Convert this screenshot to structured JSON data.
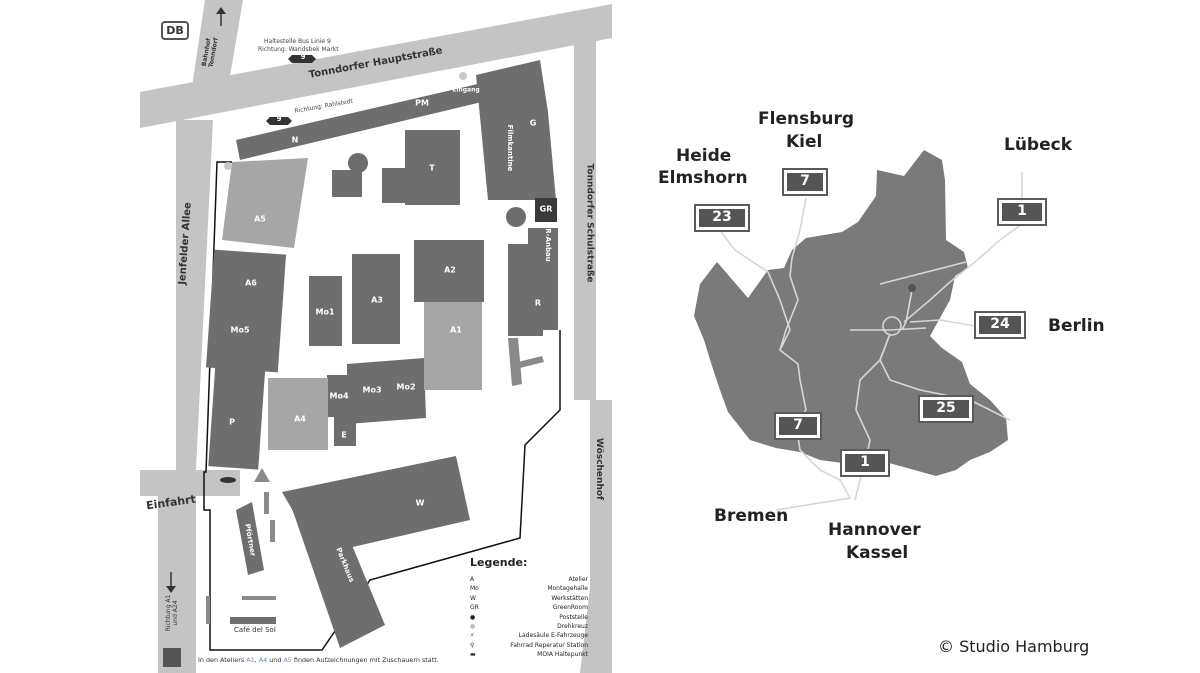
{
  "campus_map": {
    "brand_logo": "DB",
    "bus_stop": {
      "line1": "Haltestelle Bus Linie 9",
      "line2": "Richtung: Wandsbek Markt",
      "badge": "9"
    },
    "bus_stop2": {
      "badge": "9",
      "label": "Richtung: Rahlstedt"
    },
    "streets": {
      "tonndorfer": "Tonndorfer Hauptstraße",
      "jenfelder": "Jenfelder Allee",
      "schulstr": "Tonndorfer Schulstraße",
      "woeschenhof": "Wöschenhof",
      "bahnhof": "Bahnhof Tonndorf",
      "einfahrt": "Einfahrt",
      "richtung": "Richtung A1 und A24"
    },
    "buildings": {
      "N": "N",
      "PM": "PM",
      "eingang": "Eingang",
      "G": "G",
      "filmkantine": "Filmkantine",
      "T": "T",
      "GR": "GR",
      "A5": "A5",
      "ranbau": "R-Anbau",
      "A6": "A6",
      "Mo5": "Mo5",
      "Mo1": "Mo1",
      "A3": "A3",
      "A2": "A2",
      "R": "R",
      "A1": "A1",
      "P": "P",
      "Mo4": "Mo4",
      "Mo3": "Mo3",
      "Mo2": "Mo2",
      "A4": "A4",
      "E": "E",
      "W": "W",
      "parkhaus": "Parkhaus",
      "pfoertner": "Pförtner",
      "cafe": "Café del Sol"
    },
    "legend": {
      "title": "Legende:",
      "items": [
        {
          "abbr": "A",
          "name": "Atelier"
        },
        {
          "abbr": "Mo",
          "name": "Montagehalle"
        },
        {
          "abbr": "W",
          "name": "Werkstätten"
        },
        {
          "abbr": "GR",
          "name": "GreenRoom"
        },
        {
          "abbr": "",
          "name": "Poststelle"
        },
        {
          "abbr": "",
          "name": "Drehkreuz"
        },
        {
          "abbr": "",
          "name": "Ladesäule E-Fahrzeuge"
        },
        {
          "abbr": "",
          "name": "Fahrrad Reperatur Station"
        },
        {
          "abbr": "",
          "name": "MOIA Haltepunkt"
        }
      ]
    },
    "footnote": {
      "pre": "In den Ateliers ",
      "a1": "A1",
      "sep1": ", ",
      "a4": "A4",
      "sep2": " und ",
      "a5": "A5",
      "post": " finden Aufzeichnungen mit Zuschauern statt."
    }
  },
  "region_map": {
    "cities": {
      "heide": "Heide",
      "elmshorn": "Elmshorn",
      "flensburg": "Flensburg",
      "kiel": "Kiel",
      "luebeck": "Lübeck",
      "berlin": "Berlin",
      "bremen": "Bremen",
      "hannover": "Hannover",
      "kassel": "Kassel"
    },
    "routes": {
      "a23": "23",
      "a7n": "7",
      "a1n": "1",
      "a24": "24",
      "a25": "25",
      "a7s": "7",
      "a1s": "1"
    },
    "copyright": "© Studio Hamburg"
  },
  "colors": {
    "building": "#6e6e6e",
    "building_light": "#a6a6a6",
    "road": "#c4c4c4",
    "region": "#7a7a7a",
    "region_line": "#d6d6d6"
  }
}
